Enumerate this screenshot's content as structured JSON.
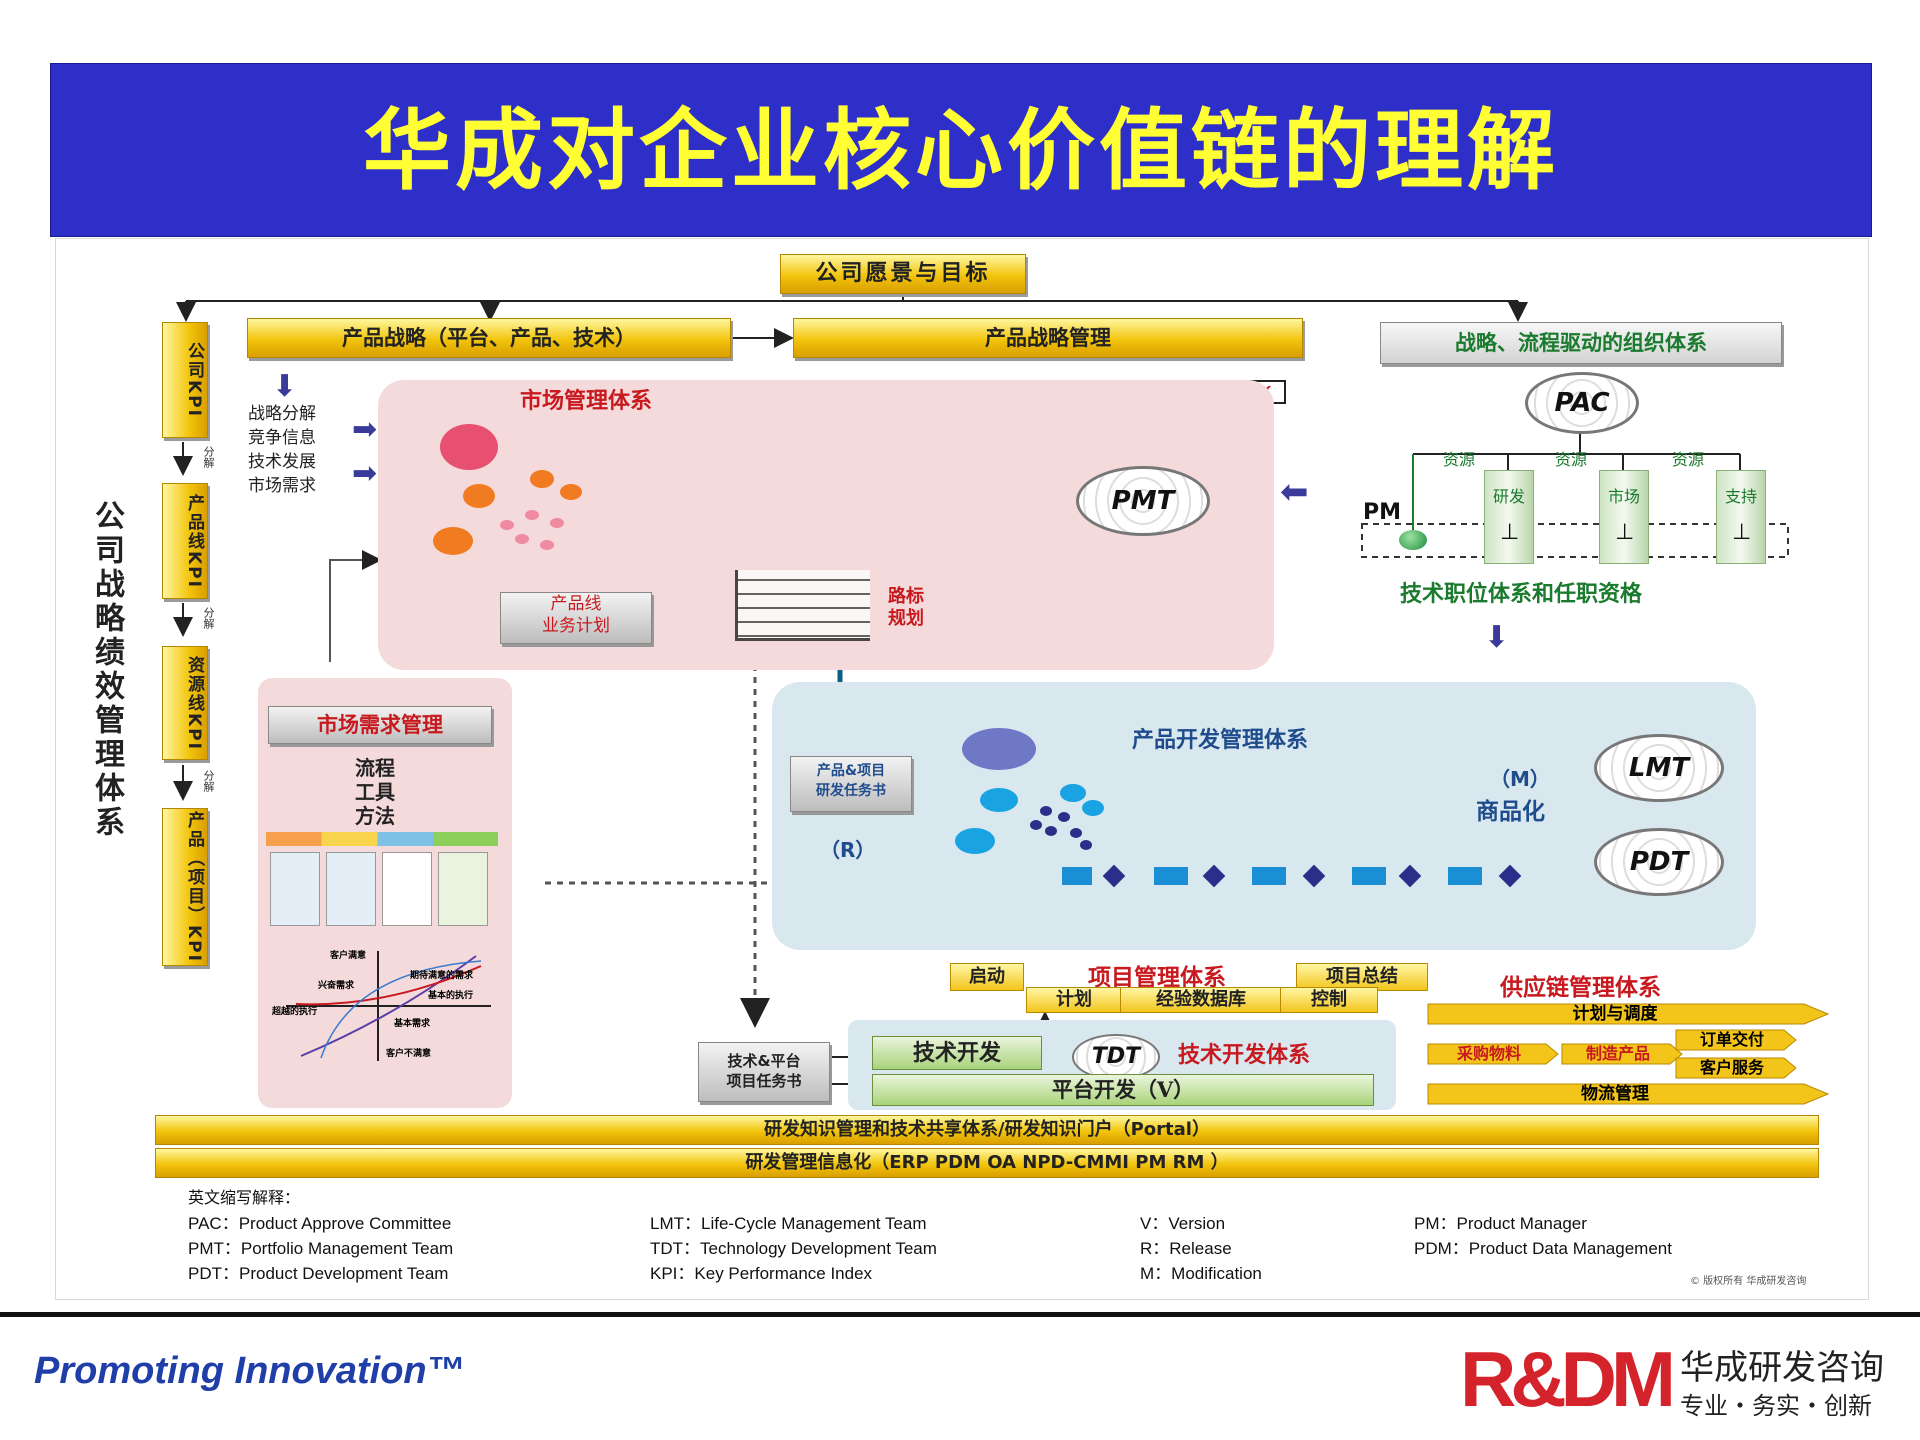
{
  "title": "华成对企业核心价值链的理解",
  "top": {
    "vision": "公司愿景与目标",
    "product_strategy": "产品战略（平台、产品、技术）",
    "product_strategy_mgmt": "产品战略管理",
    "org_system": "战略、流程驱动的组织体系"
  },
  "left_system": {
    "label": "公司战略绩效管理体系",
    "kpis": [
      "公司KPI",
      "产品线KPI",
      "资源线KPI",
      "产品（项目）KPI"
    ],
    "breakdown": "分解"
  },
  "inputs": [
    "战略分解",
    "竞争信息",
    "技术发展",
    "市场需求"
  ],
  "market": {
    "title": "市场管理体系",
    "plan": "产品线\n业务计划",
    "roadmap": "路标\n规划",
    "pmt": "PMT"
  },
  "org": {
    "pac": "PAC",
    "resource": "资源",
    "dept": [
      "研发",
      "市场",
      "支持"
    ],
    "pm": "PM",
    "caption": "技术职位体系和任职资格"
  },
  "demand": {
    "title": "市场需求管理",
    "lines": "流程\n工具\n方法",
    "chart_labels": [
      "客户满意",
      "期待满意的需求",
      "兴奋需求",
      "超越的执行",
      "基本的执行",
      "基本需求",
      "客户不满意"
    ]
  },
  "pd": {
    "title": "产品开发管理体系",
    "task": "产品&项目\n研发任务书",
    "r": "（R）",
    "m": "（M）",
    "commercial": "商品化",
    "lmt": "LMT",
    "pdt": "PDT"
  },
  "project": {
    "title": "项目管理体系",
    "start": "启动",
    "summary": "项目总结",
    "plan": "计划",
    "db": "经验数据库",
    "control": "控制"
  },
  "tech": {
    "task": "技术&平台\n项目任务书",
    "dev": "技术开发",
    "tdt": "TDT",
    "title": "技术开发体系",
    "platform": "平台开发（V）"
  },
  "supply": {
    "title": "供应链管理体系",
    "plan": "计划与调度",
    "purchase": "采购物料",
    "make": "制造产品",
    "order": "订单交付",
    "service": "客户服务",
    "logistics": "物流管理"
  },
  "bars": {
    "portal": "研发知识管理和技术共享体系/研发知识门户（Portal）",
    "it": "研发管理信息化（ERP PDM OA NPD-CMMI PM RM ）"
  },
  "legend": {
    "heading": "英文缩写解释：",
    "col1": [
      "PAC：Product Approve Committee",
      "PMT：Portfolio Management Team",
      "PDT：Product Development Team"
    ],
    "col2": [
      "LMT：Life-Cycle Management Team",
      "TDT：Technology Development Team",
      "KPI：Key Performance Index"
    ],
    "col3": [
      "V：Version",
      "R：Release",
      "M：Modification"
    ],
    "col4": [
      "PM：Product Manager",
      "PDM：Product Data Management"
    ],
    "copyright": "© 版权所有 华成研发咨询"
  },
  "footer": {
    "slogan": "Promoting Innovation™",
    "logo": "R&DM",
    "company": "华成研发咨询",
    "motto": "专业・务实・创新"
  },
  "colors": {
    "title_bg": "#2e2ec8",
    "title_text": "#ffff33",
    "gold": "#f2c40c",
    "accent_red": "#c8191f"
  }
}
